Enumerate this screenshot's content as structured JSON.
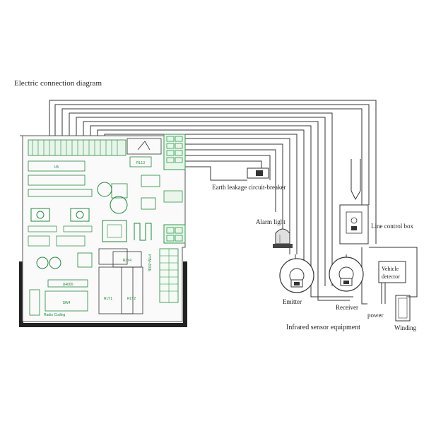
{
  "title": "Electric connection diagram",
  "labels": {
    "earth_leakage": "Earth leakage circuit-breaker",
    "alarm_light": "Alarm light",
    "line_control_box": "Line control box",
    "vehicle_detector_line1": "Vehicle",
    "vehicle_detector_line2": "detector",
    "emitter": "Emitter",
    "receiver": "Receiver",
    "power": "power",
    "infrared": "Infrared sensor equipment",
    "winding": "Winding"
  },
  "board": {
    "model": "PYM-200E",
    "radio_coding": "Radio Coding",
    "u5": "U5",
    "rl13": "RL13",
    "rly4": "RLY4",
    "rly1": "RLY1",
    "rly2": "RLY2",
    "sw4": "SW4",
    "u4000": "U4000"
  },
  "colors": {
    "wire": "#333333",
    "board_outline": "#555555",
    "pcb_green": "#1e8a3a",
    "terminal_green": "#2a9d4a",
    "frame": "#222222"
  }
}
